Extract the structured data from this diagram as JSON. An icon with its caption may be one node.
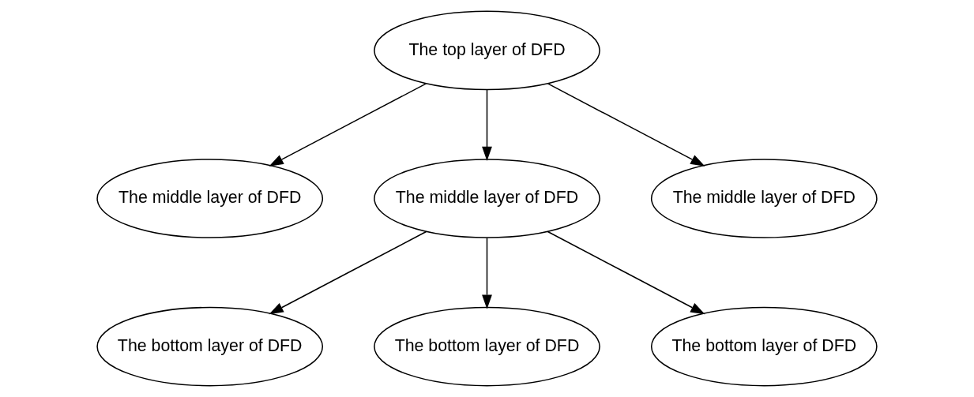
{
  "diagram": {
    "nodes": [
      {
        "text": [
          "The top layer of DFD"
        ]
      },
      {
        "text": [
          "The middle layer of DFD"
        ]
      },
      {
        "text": [
          "The middle layer of DFD"
        ]
      },
      {
        "text": [
          "The middle layer of DFD"
        ]
      },
      {
        "text": [
          "The bottom layer of DFD"
        ]
      },
      {
        "text": [
          "The bottom layer of DFD"
        ]
      },
      {
        "text": [
          "The bottom layer of DFD"
        ]
      }
    ],
    "edges": [
      {
        "from": 0,
        "to": 1,
        "arrow": "to"
      },
      {
        "from": 0,
        "to": 2,
        "arrow": "to"
      },
      {
        "from": 0,
        "to": 3,
        "arrow": "to"
      },
      {
        "from": 2,
        "to": 4,
        "arrow": "to"
      },
      {
        "from": 2,
        "to": 5,
        "arrow": "to"
      },
      {
        "from": 2,
        "to": 6,
        "arrow": "to"
      }
    ]
  }
}
